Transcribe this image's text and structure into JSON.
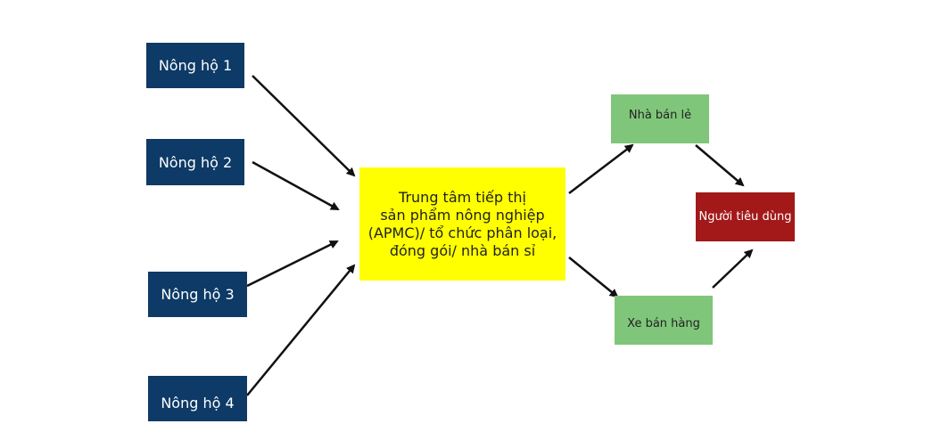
{
  "diagram": {
    "title": "",
    "farmers": [
      {
        "label": "Nông hộ 1"
      },
      {
        "label": "Nông hộ 2"
      },
      {
        "label": "Nông hộ 3"
      },
      {
        "label": "Nông hộ 4"
      }
    ],
    "center": {
      "lines": [
        "Trung tâm tiếp thị",
        "sản phẩm nông nghiệp",
        "(APMC)/ tổ chức phân loại,",
        "đóng gói/ nhà bán sỉ"
      ]
    },
    "retailer": {
      "label": "Nhà bán lẻ"
    },
    "vendor_cart": {
      "label": "Xe bán hàng"
    },
    "consumer": {
      "label": "Người tiêu dùng"
    },
    "edges": [
      {
        "from": "Nông hộ 1",
        "to": "Trung tâm tiếp thị"
      },
      {
        "from": "Nông hộ 2",
        "to": "Trung tâm tiếp thị"
      },
      {
        "from": "Nông hộ 3",
        "to": "Trung tâm tiếp thị"
      },
      {
        "from": "Nông hộ 4",
        "to": "Trung tâm tiếp thị"
      },
      {
        "from": "Trung tâm tiếp thị",
        "to": "Nhà bán lẻ"
      },
      {
        "from": "Trung tâm tiếp thị",
        "to": "Xe bán hàng"
      },
      {
        "from": "Nhà bán lẻ",
        "to": "Người tiêu dùng"
      },
      {
        "from": "Xe bán hàng",
        "to": "Người tiêu dùng"
      }
    ],
    "colors": {
      "farmer": "#0d3a66",
      "center": "#ffff00",
      "retail": "#80c67a",
      "consumer": "#a31919",
      "arrow": "#111111"
    }
  }
}
